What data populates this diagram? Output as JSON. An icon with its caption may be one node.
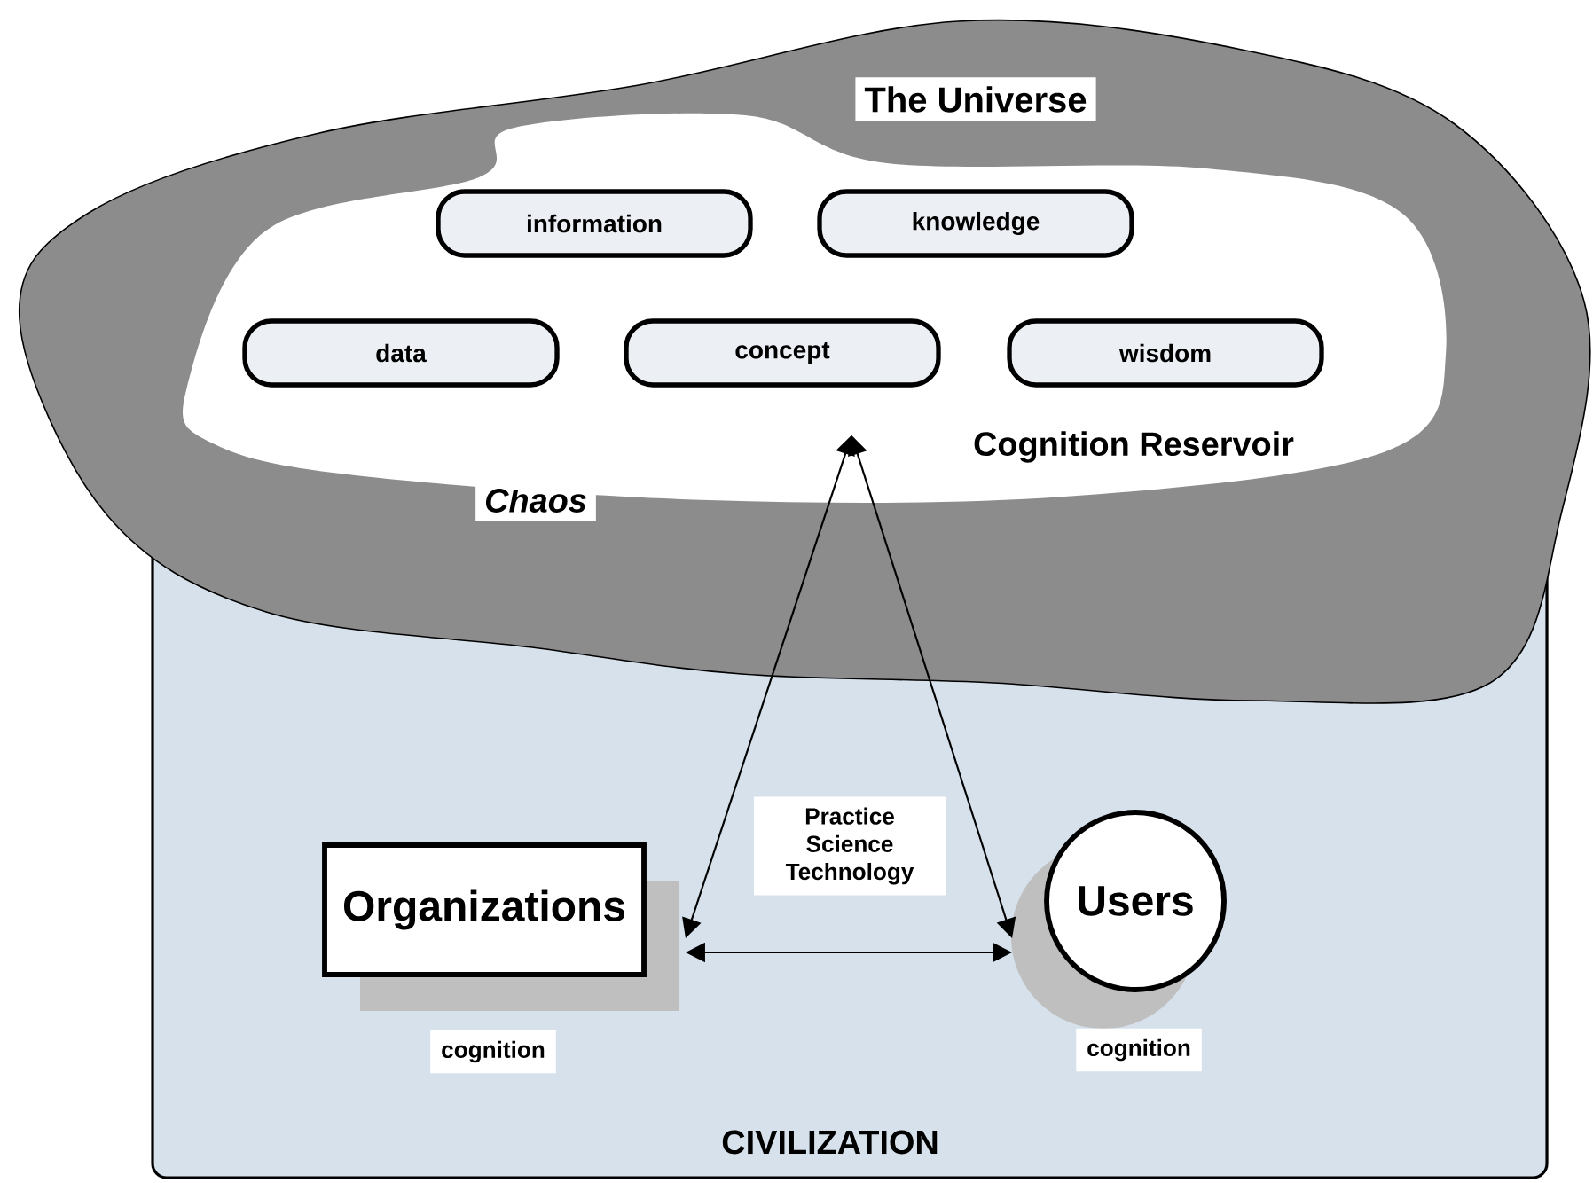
{
  "diagram": {
    "nodes": [
      {
        "text": [
          "CIVILIZATION"
        ]
      },
      {
        "text": [
          "The Universe",
          "Chaos"
        ]
      },
      {
        "text": [
          "Cognition Reservoir"
        ],
        "in": 1
      },
      {
        "text": [
          "information"
        ],
        "in": 2
      },
      {
        "text": [
          "knowledge"
        ],
        "in": 2
      },
      {
        "text": [
          "data"
        ],
        "in": 2
      },
      {
        "text": [
          "concept"
        ],
        "in": 2
      },
      {
        "text": [
          "wisdom"
        ],
        "in": 2
      },
      {
        "text": [
          "Practice Science Technology"
        ],
        "in": 0
      },
      {
        "text": [
          "Organizations"
        ],
        "in": 0,
        "beside": [
          "cognition"
        ]
      },
      {
        "text": [
          "Users"
        ],
        "in": 0,
        "beside": [
          "cognition"
        ]
      }
    ],
    "edges": [
      {
        "from": 9,
        "to": 10,
        "arrow": "both"
      },
      {
        "from": 9,
        "to": 6,
        "arrow": "both"
      },
      {
        "from": 10,
        "to": 6,
        "arrow": "both"
      }
    ]
  }
}
